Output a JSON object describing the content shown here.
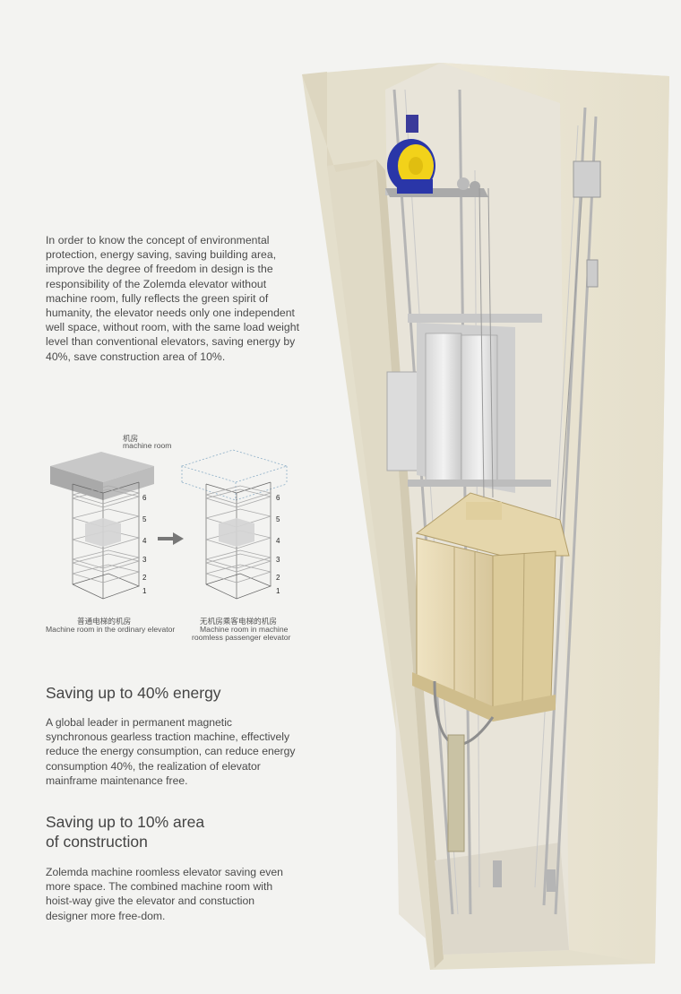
{
  "intro": "In order to know the concept of environmental protection, energy saving, saving building area, improve the degree of freedom in design is the responsibility of the Zolemda elevator without machine room, fully reflects the green spirit of humanity, the elevator needs only one independent well space, without room, with the same load weight level than conventional elevators, saving energy by 40%, save construction area of 10%.",
  "diagram": {
    "machine_room_cn": "机房",
    "machine_room_en": "machine room",
    "floors": [
      "6",
      "5",
      "4",
      "3",
      "2",
      "1"
    ],
    "left_caption_cn": "普通电梯的机房",
    "left_caption_en": "Machine room in the ordinary elevator",
    "right_caption_cn": "无机房乘客电梯的机房",
    "right_caption_en_1": "Machine room in machine",
    "right_caption_en_2": "roomless passenger elevator"
  },
  "section1": {
    "heading": "Saving up to 40% energy",
    "body": "A global leader in permanent magnetic synchronous gearless traction machine, effectively reduce the energy consumption, can reduce energy consumption 40%, the realization of elevator mainframe maintenance free."
  },
  "section2": {
    "heading_1": "Saving up to 10% area",
    "heading_2": "of construction",
    "body": "Zolemda machine roomless elevator saving even more space. The combined machine room with hoist-way give the elevator and constuction designer more free-dom."
  },
  "colors": {
    "background": "#f3f3f1",
    "shaft_wall": "#e6e1cf",
    "car": "#e9dbb4",
    "motor_blue": "#2a36a8",
    "motor_yellow": "#f2d21a"
  }
}
